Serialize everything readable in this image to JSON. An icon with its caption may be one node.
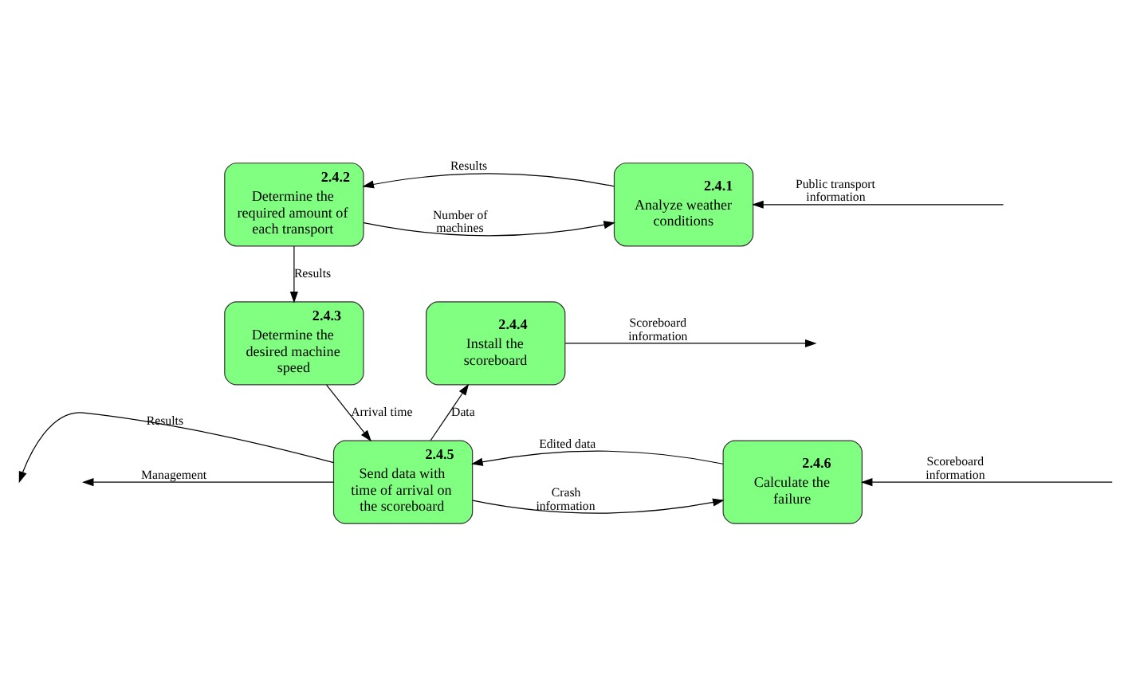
{
  "diagram": {
    "nodes": [
      {
        "text": [
          "2.4.2",
          "Determine the required amount of each transport"
        ]
      },
      {
        "text": [
          "2.4.1",
          "Analyze weather conditions"
        ]
      },
      {
        "text": [
          "2.4.3",
          "Determine the desired machine speed"
        ]
      },
      {
        "text": [
          "2.4.4",
          "Install the scoreboard"
        ]
      },
      {
        "text": [
          "2.4.5",
          "Send data with time of arrival on the scoreboard"
        ]
      },
      {
        "text": [
          "2.4.6",
          "Calculate the failure"
        ]
      }
    ],
    "edges": [
      {
        "from": 0,
        "to": 1,
        "arrow": "to",
        "label": "Number of machines"
      },
      {
        "from": 1,
        "to": 0,
        "arrow": "to",
        "label": "Results"
      },
      {
        "from": null,
        "to": 1,
        "arrow": "to",
        "label": "Public transport information"
      },
      {
        "from": 0,
        "to": 2,
        "arrow": "to",
        "label": "Results"
      },
      {
        "from": 2,
        "to": 4,
        "arrow": "to",
        "label": "Arrival time"
      },
      {
        "from": 4,
        "to": 3,
        "arrow": "to",
        "label": "Data"
      },
      {
        "from": 3,
        "to": null,
        "arrow": "to",
        "label": "Scoreboard information"
      },
      {
        "from": 4,
        "to": null,
        "arrow": "to",
        "label": "Results"
      },
      {
        "from": 4,
        "to": null,
        "arrow": "to",
        "label": "Management"
      },
      {
        "from": 4,
        "to": 5,
        "arrow": "to",
        "label": "Crash information"
      },
      {
        "from": 5,
        "to": 4,
        "arrow": "to",
        "label": "Edited data"
      },
      {
        "from": null,
        "to": 5,
        "arrow": "to",
        "label": "Scoreboard information"
      }
    ]
  }
}
